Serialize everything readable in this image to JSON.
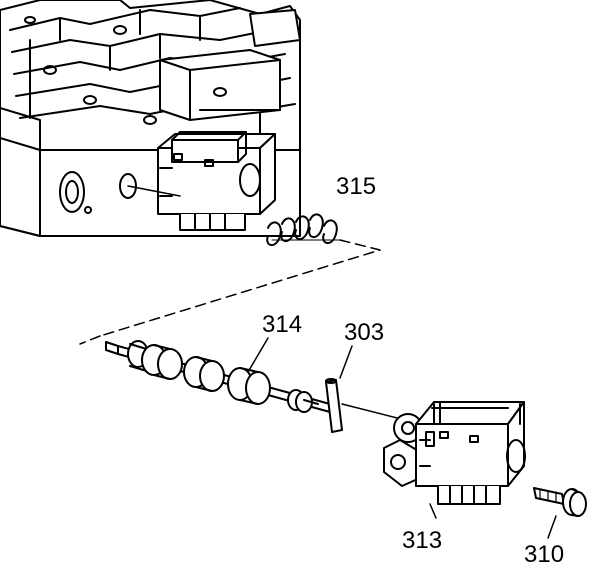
{
  "callouts": {
    "spring": "315",
    "valve": "314",
    "pin": "303",
    "solenoid": "313",
    "bolt": "310"
  },
  "colors": {
    "ink": "#000000",
    "paper": "#ffffff"
  }
}
